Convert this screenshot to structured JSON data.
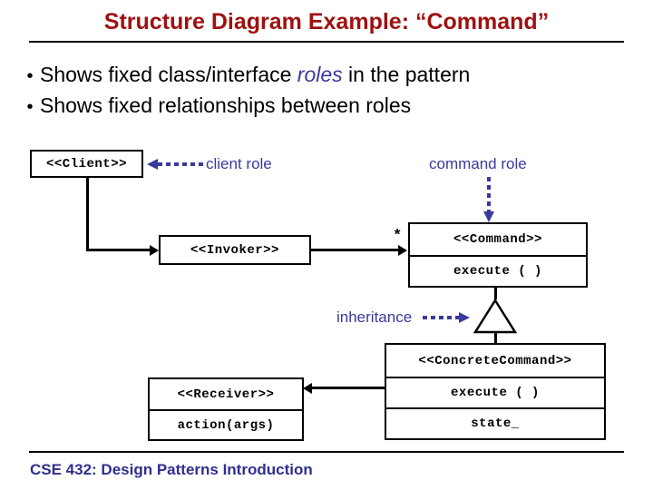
{
  "slide": {
    "title": "Structure Diagram Example: “Command”",
    "footer": "CSE 432: Design Patterns Introduction",
    "bullet_marker": "•",
    "bullets": [
      {
        "pre": "Shows fixed class/interface ",
        "em": "roles",
        "post": " in the pattern"
      },
      {
        "pre": "Shows fixed relationships between roles",
        "em": "",
        "post": ""
      }
    ]
  },
  "colors": {
    "title": "#9e1111",
    "annotation": "#3a3a9c",
    "footer": "#2f2f8f",
    "line": "#000000",
    "box_border": "#000000",
    "background": "#ffffff"
  },
  "diagram": {
    "type": "uml-class-diagram",
    "boxes": [
      {
        "id": "client",
        "name": "<<Client>>",
        "compartments": [
          "<<Client>>"
        ]
      },
      {
        "id": "invoker",
        "name": "<<Invoker>>",
        "compartments": [
          "<<Invoker>>"
        ]
      },
      {
        "id": "command",
        "name": "<<Command>>",
        "compartments": [
          "<<Command>>",
          "execute ( )"
        ]
      },
      {
        "id": "concrete-command",
        "name": "<<ConcreteCommand>>",
        "compartments": [
          "<<ConcreteCommand>>",
          "execute ( )",
          "state_"
        ]
      },
      {
        "id": "receiver",
        "name": "<<Receiver>>",
        "compartments": [
          "<<Receiver>>",
          "action(args)"
        ]
      }
    ],
    "multiplicity": "*",
    "annotations": [
      {
        "id": "client-role",
        "label": "client role"
      },
      {
        "id": "command-role",
        "label": "command role"
      },
      {
        "id": "inheritance",
        "label": "inheritance"
      }
    ]
  }
}
